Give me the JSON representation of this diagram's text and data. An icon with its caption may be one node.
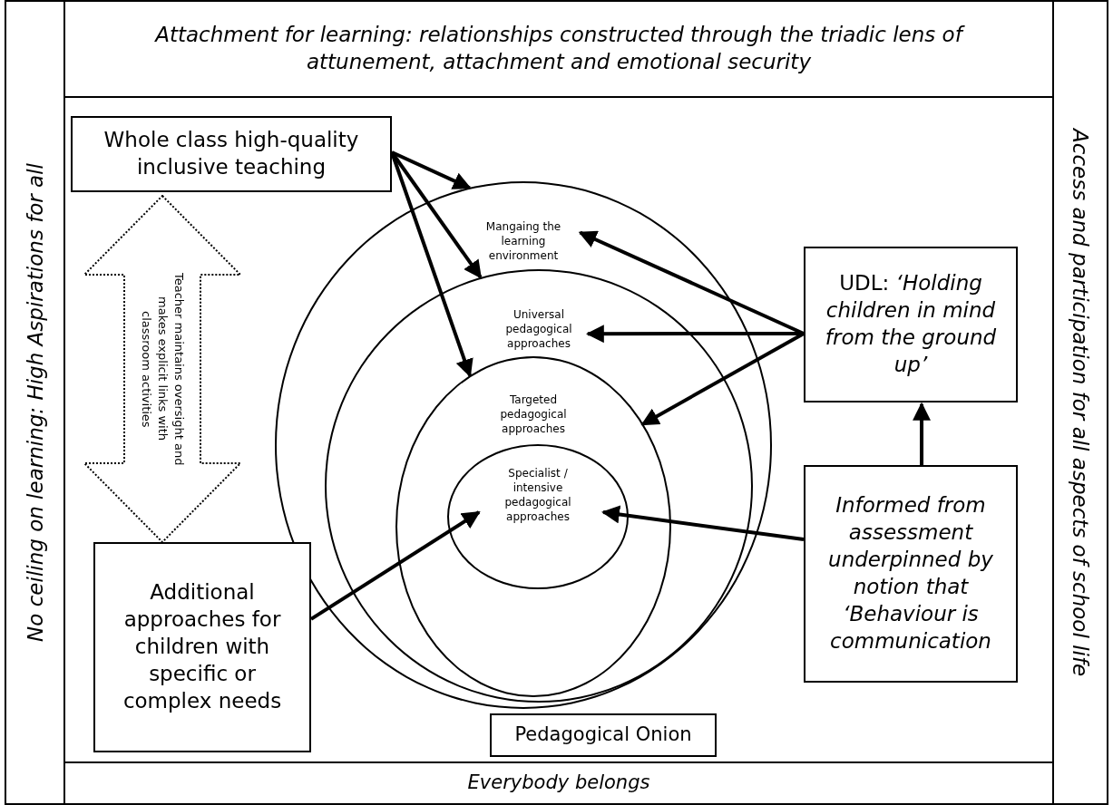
{
  "diagram": {
    "nodes": [
      {
        "text": [
          "No ceiling on learning: High Aspirations for all"
        ]
      },
      {
        "text": [
          "Attachment for learning: relationships constructed through the triadic lens of attunement, attachment and emotional security"
        ]
      },
      {
        "text": [
          "Access and participation for all aspects of school life"
        ]
      },
      {
        "text": [
          "Whole class high-quality inclusive teaching"
        ]
      },
      {
        "text": [
          "Teacher maintains oversight and makes explicit links with classroom activities"
        ]
      },
      {
        "text": [
          "Mangaing the learning environment"
        ]
      },
      {
        "text": [
          "Universal pedagogical approaches"
        ],
        "in": 5
      },
      {
        "text": [
          "Targeted pedagogical approaches"
        ],
        "in": 6
      },
      {
        "text": [
          "Specialist / intensive pedagogical approaches"
        ],
        "in": 7
      },
      {
        "text": [
          "UDL: *‘Holding children in mind from the ground up’*"
        ]
      },
      {
        "text": [
          "Informed from assessment underpinned by notion that ‘Behaviour is communication"
        ]
      },
      {
        "text": [
          "Additional approaches for children with specific or complex needs"
        ]
      },
      {
        "text": [
          "Pedagogical Onion"
        ]
      },
      {
        "text": [
          "Everybody belongs"
        ]
      }
    ],
    "edges": [
      {
        "from": 3,
        "to": 5,
        "arrow": "to"
      },
      {
        "from": 3,
        "to": 6,
        "arrow": "to"
      },
      {
        "from": 3,
        "to": 7,
        "arrow": "to"
      },
      {
        "from": 9,
        "to": 5,
        "arrow": "to"
      },
      {
        "from": 9,
        "to": 6,
        "arrow": "to"
      },
      {
        "from": 9,
        "to": 7,
        "arrow": "to"
      },
      {
        "from": 10,
        "to": 9,
        "arrow": "to"
      },
      {
        "from": 10,
        "to": 8,
        "arrow": "to"
      },
      {
        "from": 11,
        "to": 8,
        "arrow": "to"
      }
    ]
  }
}
